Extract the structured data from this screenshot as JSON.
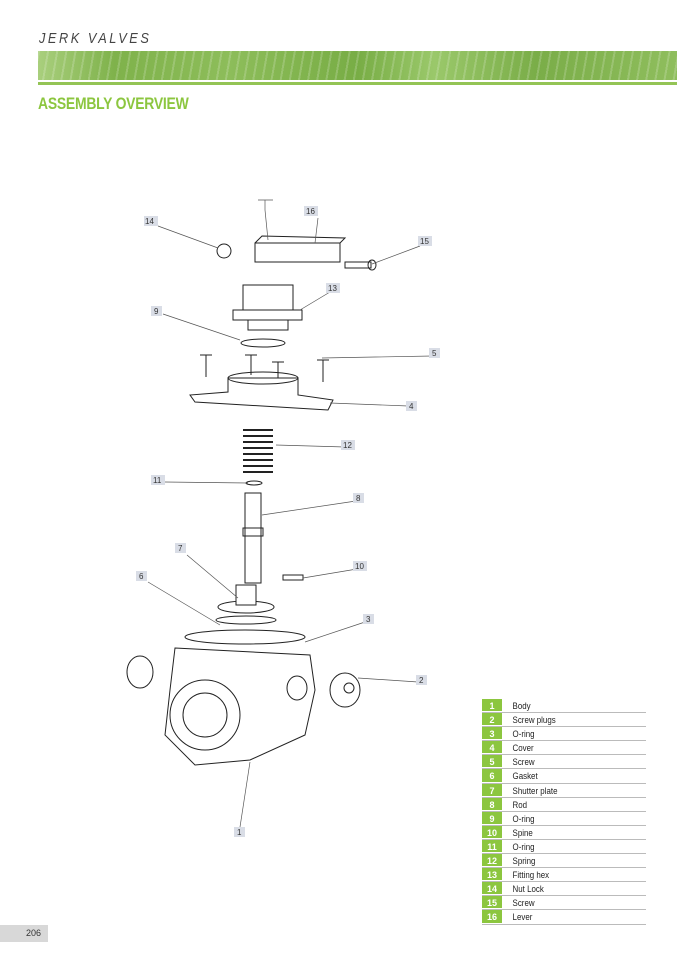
{
  "header": {
    "section": "JERK VALVES",
    "title": "ASSEMBLY OVERVIEW"
  },
  "callouts": [
    "14",
    "16",
    "15",
    "13",
    "9",
    "5",
    "4",
    "12",
    "11",
    "8",
    "7",
    "10",
    "6",
    "3",
    "2",
    "1"
  ],
  "legend": [
    {
      "num": "1",
      "label": "Body"
    },
    {
      "num": "2",
      "label": "Screw plugs"
    },
    {
      "num": "3",
      "label": "O-ring"
    },
    {
      "num": "4",
      "label": "Cover"
    },
    {
      "num": "5",
      "label": "Screw"
    },
    {
      "num": "6",
      "label": "Gasket"
    },
    {
      "num": "7",
      "label": "Shutter plate"
    },
    {
      "num": "8",
      "label": "Rod"
    },
    {
      "num": "9",
      "label": "O-ring"
    },
    {
      "num": "10",
      "label": "Spine"
    },
    {
      "num": "11",
      "label": "O-ring"
    },
    {
      "num": "12",
      "label": "Spring"
    },
    {
      "num": "13",
      "label": "Fitting hex"
    },
    {
      "num": "14",
      "label": "Nut Lock"
    },
    {
      "num": "15",
      "label": "Screw"
    },
    {
      "num": "16",
      "label": "Lever"
    }
  ],
  "page_number": "206"
}
